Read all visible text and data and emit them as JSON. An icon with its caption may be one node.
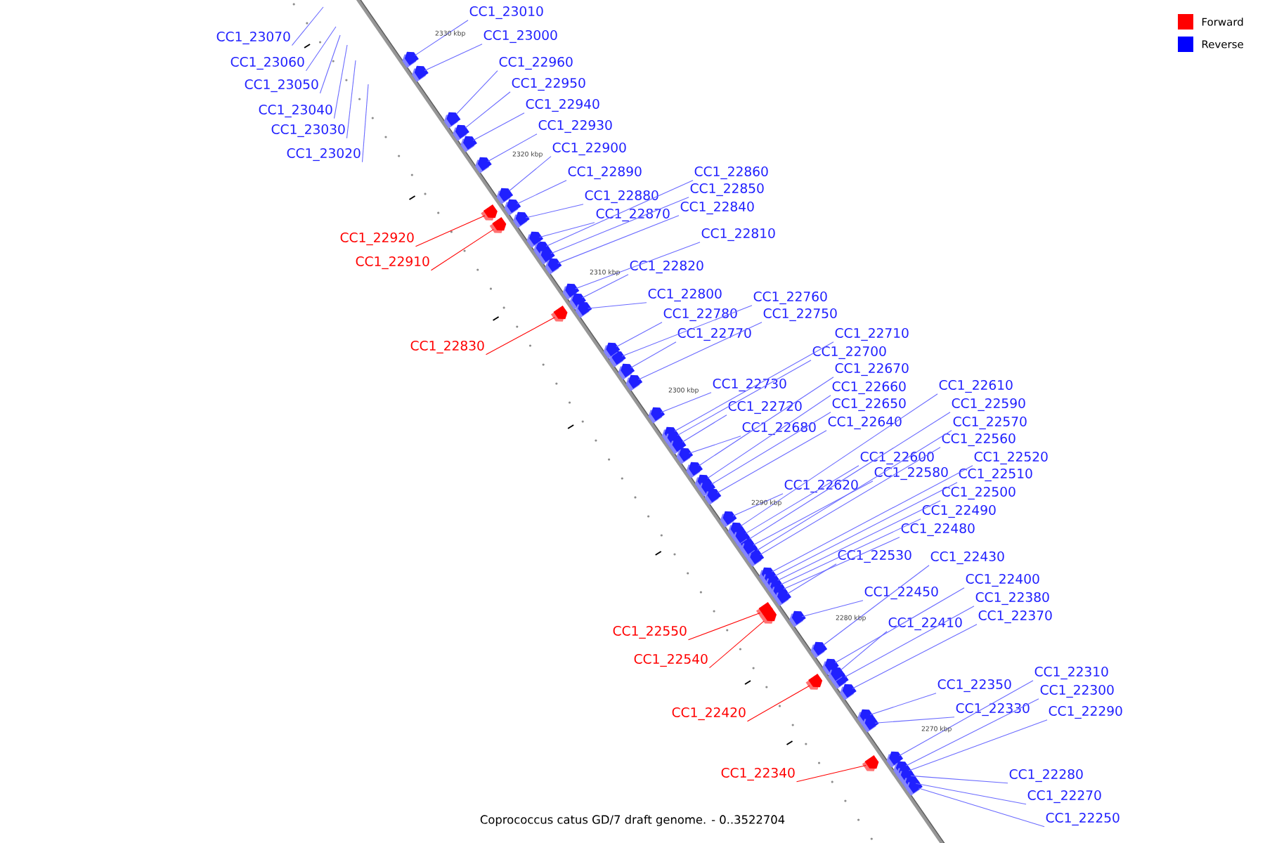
{
  "diagram": {
    "caption": "Coprococcus catus GD/7 draft genome. - 0..3522704",
    "nodes": [
      {
        "text": [
          "CC1_23010"
        ]
      },
      {
        "text": [
          "CC1_23070"
        ]
      },
      {
        "text": [
          "CC1_23000"
        ]
      },
      {
        "text": [
          "CC1_23060"
        ]
      },
      {
        "text": [
          "CC1_22960"
        ]
      },
      {
        "text": [
          "CC1_22950"
        ]
      },
      {
        "text": [
          "CC1_23050"
        ]
      },
      {
        "text": [
          "CC1_22940"
        ]
      },
      {
        "text": [
          "CC1_23040"
        ]
      },
      {
        "text": [
          "CC1_22930"
        ]
      },
      {
        "text": [
          "CC1_23030"
        ]
      },
      {
        "text": [
          "CC1_22900"
        ]
      },
      {
        "text": [
          "CC1_23020"
        ]
      },
      {
        "text": [
          "CC1_22890"
        ]
      },
      {
        "text": [
          "CC1_22860"
        ]
      },
      {
        "text": [
          "CC1_22850"
        ]
      },
      {
        "text": [
          "CC1_22880"
        ]
      },
      {
        "text": [
          "CC1_22840"
        ]
      },
      {
        "text": [
          "CC1_22870"
        ]
      },
      {
        "text": [
          "CC1_22810"
        ]
      },
      {
        "text": [
          "CC1_22920"
        ]
      },
      {
        "text": [
          "CC1_22910"
        ]
      },
      {
        "text": [
          "CC1_22820"
        ]
      },
      {
        "text": [
          "CC1_22800"
        ]
      },
      {
        "text": [
          "CC1_22760"
        ]
      },
      {
        "text": [
          "CC1_22780"
        ]
      },
      {
        "text": [
          "CC1_22750"
        ]
      },
      {
        "text": [
          "CC1_22770"
        ]
      },
      {
        "text": [
          "CC1_22710"
        ]
      },
      {
        "text": [
          "CC1_22830"
        ]
      },
      {
        "text": [
          "CC1_22700"
        ]
      },
      {
        "text": [
          "CC1_22670"
        ]
      },
      {
        "text": [
          "CC1_22730"
        ]
      },
      {
        "text": [
          "CC1_22610"
        ]
      },
      {
        "text": [
          "CC1_22660"
        ]
      },
      {
        "text": [
          "CC1_22650"
        ]
      },
      {
        "text": [
          "CC1_22590"
        ]
      },
      {
        "text": [
          "CC1_22720"
        ]
      },
      {
        "text": [
          "CC1_22640"
        ]
      },
      {
        "text": [
          "CC1_22570"
        ]
      },
      {
        "text": [
          "CC1_22680"
        ]
      },
      {
        "text": [
          "CC1_22560"
        ]
      },
      {
        "text": [
          "CC1_22600"
        ]
      },
      {
        "text": [
          "CC1_22520"
        ]
      },
      {
        "text": [
          "CC1_22580"
        ]
      },
      {
        "text": [
          "CC1_22510"
        ]
      },
      {
        "text": [
          "CC1_22620"
        ]
      },
      {
        "text": [
          "CC1_22500"
        ]
      },
      {
        "text": [
          "CC1_22490"
        ]
      },
      {
        "text": [
          "CC1_22480"
        ]
      },
      {
        "text": [
          "CC1_22530"
        ]
      },
      {
        "text": [
          "CC1_22430"
        ]
      },
      {
        "text": [
          "CC1_22400"
        ]
      },
      {
        "text": [
          "CC1_22450"
        ]
      },
      {
        "text": [
          "CC1_22380"
        ]
      },
      {
        "text": [
          "CC1_22370"
        ]
      },
      {
        "text": [
          "CC1_22410"
        ]
      },
      {
        "text": [
          "CC1_22550"
        ]
      },
      {
        "text": [
          "CC1_22540"
        ]
      },
      {
        "text": [
          "CC1_22310"
        ]
      },
      {
        "text": [
          "CC1_22350"
        ]
      },
      {
        "text": [
          "CC1_22300"
        ]
      },
      {
        "text": [
          "CC1_22290"
        ]
      },
      {
        "text": [
          "CC1_22330"
        ]
      },
      {
        "text": [
          "CC1_22420"
        ]
      },
      {
        "text": [
          "CC1_22340"
        ]
      },
      {
        "text": [
          "CC1_22280"
        ]
      },
      {
        "text": [
          "CC1_22270"
        ]
      },
      {
        "text": [
          "CC1_22250"
        ]
      },
      {
        "text": [],
        "shape": "box"
      },
      {
        "text": [],
        "shape": "box"
      },
      {
        "text": [],
        "shape": "box"
      },
      {
        "text": [],
        "shape": "box"
      },
      {
        "text": [],
        "shape": "box"
      },
      {
        "text": [],
        "shape": "box"
      },
      {
        "text": [],
        "shape": "box"
      },
      {
        "text": [],
        "shape": "box"
      },
      {
        "text": [],
        "shape": "box"
      },
      {
        "text": [],
        "shape": "box"
      },
      {
        "text": [],
        "shape": "box"
      },
      {
        "text": [],
        "shape": "box"
      },
      {
        "text": [],
        "shape": "box"
      },
      {
        "text": [],
        "shape": "box"
      },
      {
        "text": [],
        "shape": "box"
      },
      {
        "text": [],
        "shape": "box"
      },
      {
        "text": [],
        "shape": "box"
      },
      {
        "text": [],
        "shape": "box"
      },
      {
        "text": [],
        "shape": "box"
      },
      {
        "text": [],
        "shape": "box"
      },
      {
        "text": [],
        "shape": "box"
      },
      {
        "text": [],
        "shape": "box"
      },
      {
        "text": [],
        "shape": "box"
      },
      {
        "text": [],
        "shape": "box"
      },
      {
        "text": [],
        "shape": "box"
      },
      {
        "text": [],
        "shape": "box"
      },
      {
        "text": [],
        "shape": "box"
      },
      {
        "text": [],
        "shape": "box"
      },
      {
        "text": [],
        "shape": "box"
      },
      {
        "text": [],
        "shape": "box"
      },
      {
        "text": [],
        "shape": "box"
      },
      {
        "text": [],
        "shape": "box"
      },
      {
        "text": [],
        "shape": "box"
      },
      {
        "text": [],
        "shape": "box"
      },
      {
        "text": [],
        "shape": "box"
      },
      {
        "text": [],
        "shape": "box"
      },
      {
        "text": [],
        "shape": "box"
      },
      {
        "text": [],
        "shape": "box"
      },
      {
        "text": [],
        "shape": "box"
      },
      {
        "text": [],
        "shape": "box"
      },
      {
        "text": [],
        "shape": "box"
      },
      {
        "text": [],
        "shape": "box"
      },
      {
        "text": [],
        "shape": "box"
      },
      {
        "text": [],
        "shape": "box"
      },
      {
        "text": [],
        "shape": "box"
      },
      {
        "text": [],
        "shape": "box"
      },
      {
        "text": [],
        "shape": "box"
      },
      {
        "text": [],
        "shape": "box"
      },
      {
        "text": [],
        "shape": "box"
      },
      {
        "text": [],
        "shape": "box"
      },
      {
        "text": [],
        "shape": "box"
      },
      {
        "text": [],
        "shape": "box"
      },
      {
        "text": [],
        "shape": "box"
      },
      {
        "text": [],
        "shape": "box"
      },
      {
        "text": [],
        "shape": "box"
      },
      {
        "text": [],
        "shape": "box"
      },
      {
        "text": [],
        "shape": "box"
      },
      {
        "text": [],
        "shape": "box"
      },
      {
        "text": [],
        "shape": "box"
      },
      {
        "text": [],
        "shape": "box"
      },
      {
        "text": [],
        "shape": "box"
      },
      {
        "text": [],
        "shape": "box"
      },
      {
        "text": [],
        "shape": "box"
      }
    ],
    "edges": [
      {
        "from": 0,
        "to": 69,
        "arrow": "none"
      },
      {
        "from": 1,
        "to": null,
        "arrow": "none"
      },
      {
        "from": 2,
        "to": 70,
        "arrow": "none"
      },
      {
        "from": 3,
        "to": null,
        "arrow": "none"
      },
      {
        "from": 4,
        "to": 71,
        "arrow": "none"
      },
      {
        "from": 5,
        "to": 72,
        "arrow": "none"
      },
      {
        "from": 6,
        "to": null,
        "arrow": "none"
      },
      {
        "from": 7,
        "to": 73,
        "arrow": "none"
      },
      {
        "from": 8,
        "to": null,
        "arrow": "none"
      },
      {
        "from": 9,
        "to": 74,
        "arrow": "none"
      },
      {
        "from": 10,
        "to": null,
        "arrow": "none"
      },
      {
        "from": 11,
        "to": 75,
        "arrow": "none"
      },
      {
        "from": 12,
        "to": null,
        "arrow": "none"
      },
      {
        "from": 13,
        "to": 76,
        "arrow": "none"
      },
      {
        "from": 14,
        "to": 77,
        "arrow": "none"
      },
      {
        "from": 15,
        "to": 78,
        "arrow": "none"
      },
      {
        "from": 16,
        "to": 79,
        "arrow": "none"
      },
      {
        "from": 17,
        "to": 80,
        "arrow": "none"
      },
      {
        "from": 18,
        "to": 81,
        "arrow": "none"
      },
      {
        "from": 19,
        "to": 82,
        "arrow": "none"
      },
      {
        "from": 20,
        "to": 83,
        "arrow": "none",
        "color": "#ff0000"
      },
      {
        "from": 21,
        "to": 84,
        "arrow": "none",
        "color": "#ff0000"
      },
      {
        "from": 22,
        "to": 85,
        "arrow": "none"
      },
      {
        "from": 23,
        "to": 86,
        "arrow": "none"
      },
      {
        "from": 24,
        "to": 87,
        "arrow": "none"
      },
      {
        "from": 25,
        "to": 88,
        "arrow": "none"
      },
      {
        "from": 26,
        "to": 89,
        "arrow": "none"
      },
      {
        "from": 27,
        "to": 90,
        "arrow": "none"
      },
      {
        "from": 28,
        "to": 91,
        "arrow": "none"
      },
      {
        "from": 29,
        "to": 92,
        "arrow": "none",
        "color": "#ff0000"
      },
      {
        "from": 30,
        "to": 93,
        "arrow": "none"
      },
      {
        "from": 31,
        "to": 94,
        "arrow": "none"
      },
      {
        "from": 32,
        "to": 95,
        "arrow": "none"
      },
      {
        "from": 33,
        "to": 96,
        "arrow": "none"
      },
      {
        "from": 34,
        "to": 97,
        "arrow": "none"
      },
      {
        "from": 35,
        "to": 98,
        "arrow": "none"
      },
      {
        "from": 36,
        "to": 99,
        "arrow": "none"
      },
      {
        "from": 37,
        "to": 100,
        "arrow": "none"
      },
      {
        "from": 38,
        "to": 101,
        "arrow": "none"
      },
      {
        "from": 39,
        "to": 102,
        "arrow": "none"
      },
      {
        "from": 40,
        "to": 103,
        "arrow": "none"
      },
      {
        "from": 41,
        "to": 104,
        "arrow": "none"
      },
      {
        "from": 42,
        "to": 105,
        "arrow": "none"
      },
      {
        "from": 43,
        "to": 106,
        "arrow": "none"
      },
      {
        "from": 44,
        "to": 107,
        "arrow": "none"
      },
      {
        "from": 45,
        "to": 108,
        "arrow": "none"
      },
      {
        "from": 46,
        "to": 109,
        "arrow": "none"
      },
      {
        "from": 47,
        "to": 110,
        "arrow": "none"
      },
      {
        "from": 48,
        "to": 111,
        "arrow": "none"
      },
      {
        "from": 49,
        "to": 112,
        "arrow": "none"
      },
      {
        "from": 50,
        "to": 113,
        "arrow": "none"
      },
      {
        "from": 51,
        "to": 114,
        "arrow": "none"
      },
      {
        "from": 52,
        "to": 115,
        "arrow": "none"
      },
      {
        "from": 53,
        "to": 116,
        "arrow": "none"
      },
      {
        "from": 54,
        "to": 117,
        "arrow": "none"
      },
      {
        "from": 55,
        "to": 118,
        "arrow": "none"
      },
      {
        "from": 56,
        "to": 119,
        "arrow": "none"
      },
      {
        "from": 57,
        "to": 120,
        "arrow": "none",
        "color": "#ff0000"
      },
      {
        "from": 58,
        "to": 121,
        "arrow": "none",
        "color": "#ff0000"
      },
      {
        "from": 59,
        "to": 122,
        "arrow": "none"
      },
      {
        "from": 60,
        "to": 123,
        "arrow": "none"
      },
      {
        "from": 61,
        "to": 124,
        "arrow": "none"
      },
      {
        "from": 62,
        "to": 125,
        "arrow": "none"
      },
      {
        "from": 63,
        "to": 126,
        "arrow": "none"
      },
      {
        "from": 64,
        "to": 127,
        "arrow": "none",
        "color": "#ff0000"
      },
      {
        "from": 65,
        "to": 128,
        "arrow": "none",
        "color": "#ff0000"
      },
      {
        "from": 66,
        "to": 129,
        "arrow": "none"
      },
      {
        "from": 67,
        "to": 130,
        "arrow": "none"
      },
      {
        "from": 68,
        "to": 131,
        "arrow": "none"
      }
    ],
    "labels": [
      "2330 kbp",
      "2320 kbp",
      "2310 kbp",
      "2300 kbp",
      "2290 kbp",
      "2280 kbp",
      "2270 kbp"
    ],
    "legend": [
      {
        "text": "Forward",
        "color": "#ff0000"
      },
      {
        "text": "Reverse",
        "color": "#0000ff"
      }
    ]
  }
}
